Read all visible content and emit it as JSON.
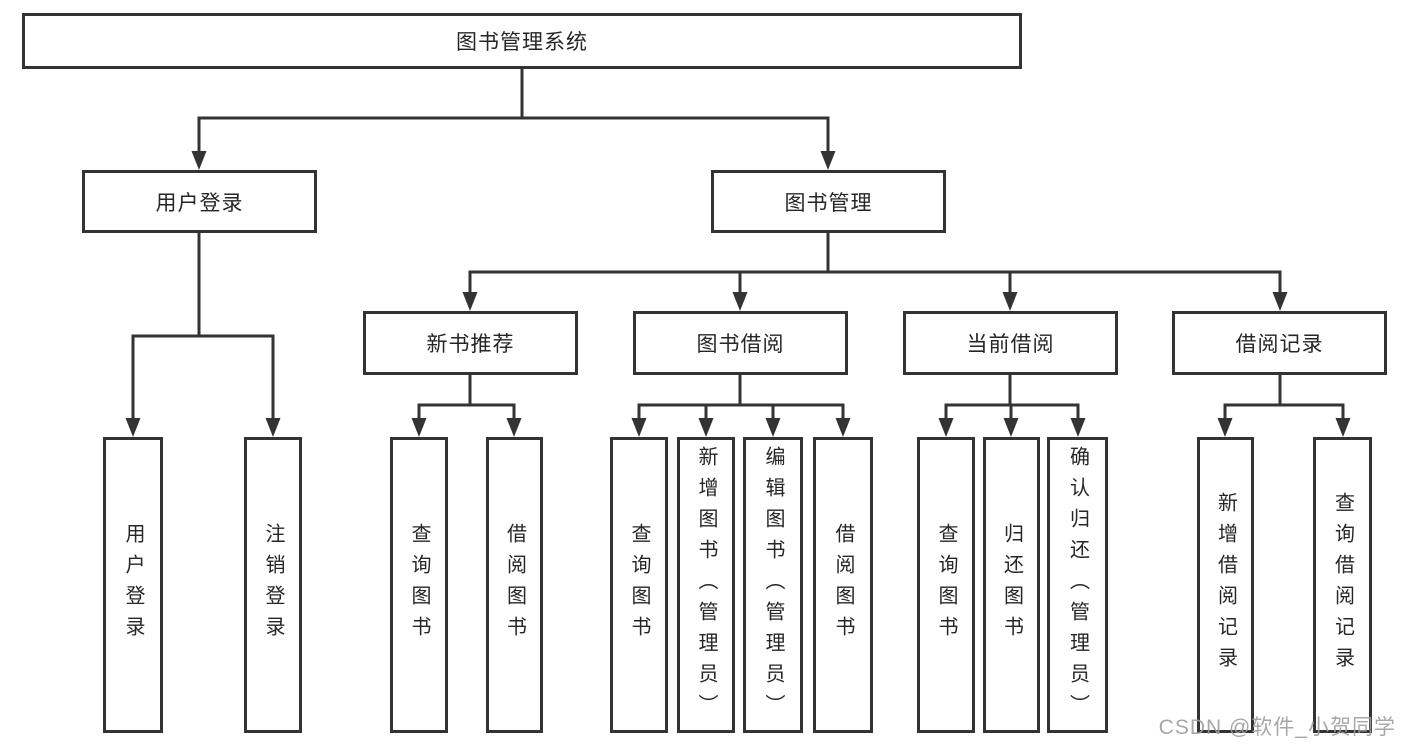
{
  "tree": {
    "root": {
      "label": "图书管理系统"
    },
    "level2": [
      {
        "label": "用户登录"
      },
      {
        "label": "图书管理"
      }
    ],
    "level3": [
      {
        "label": "新书推荐",
        "parent": "图书管理"
      },
      {
        "label": "图书借阅",
        "parent": "图书管理"
      },
      {
        "label": "当前借阅",
        "parent": "图书管理"
      },
      {
        "label": "借阅记录",
        "parent": "图书管理"
      }
    ],
    "leaves": [
      {
        "label": "用户登录",
        "parent": "用户登录"
      },
      {
        "label": "注销登录",
        "parent": "用户登录"
      },
      {
        "label": "查询图书",
        "parent": "新书推荐"
      },
      {
        "label": "借阅图书",
        "parent": "新书推荐"
      },
      {
        "label": "查询图书",
        "parent": "图书借阅"
      },
      {
        "label": "新增图书（管理员）",
        "parent": "图书借阅"
      },
      {
        "label": "编辑图书（管理员）",
        "parent": "图书借阅"
      },
      {
        "label": "借阅图书",
        "parent": "图书借阅"
      },
      {
        "label": "查询图书",
        "parent": "当前借阅"
      },
      {
        "label": "归还图书",
        "parent": "当前借阅"
      },
      {
        "label": "确认归还（管理员）",
        "parent": "当前借阅"
      },
      {
        "label": "新增借阅记录",
        "parent": "借阅记录"
      },
      {
        "label": "查询借阅记录",
        "parent": "借阅记录"
      }
    ]
  },
  "watermark": {
    "text": "CSDN @软件_小贺同学"
  },
  "colors": {
    "line": "#333333",
    "box_border": "#333333",
    "text": "#262626",
    "background": "#ffffff",
    "watermark": "#9e9e9e"
  }
}
